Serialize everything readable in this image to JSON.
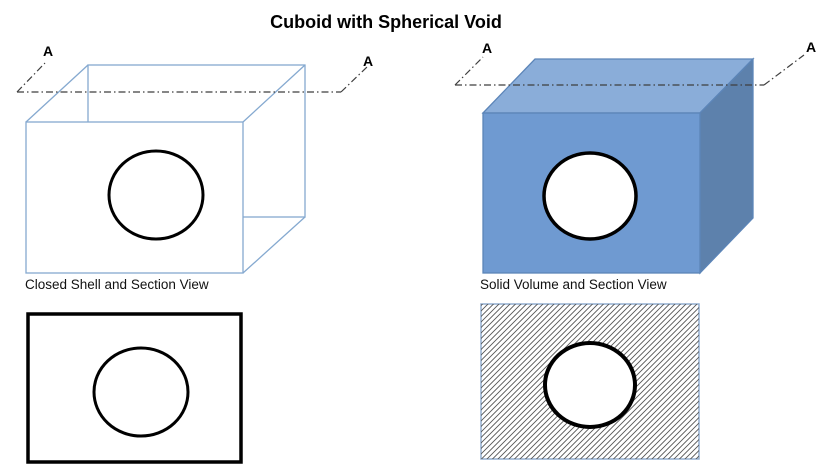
{
  "title": "Cuboid with Spherical Void",
  "captions": {
    "wireframe": "Closed Shell and Section View",
    "solid": "Solid Volume and Section View"
  },
  "section_marker": "A",
  "colors": {
    "wireframe_stroke": "#85a9d0",
    "solid_front": "#6f9ad1",
    "solid_top": "#8aadd9",
    "solid_side": "#5d81ac",
    "solid_edge": "#5c85b8",
    "section_line": "#3f3f3f",
    "void_outline": "#000000",
    "section_view_border": "#000000",
    "hatch_border": "#92aed0",
    "hatch_line": "#555555",
    "text": "#000000"
  }
}
